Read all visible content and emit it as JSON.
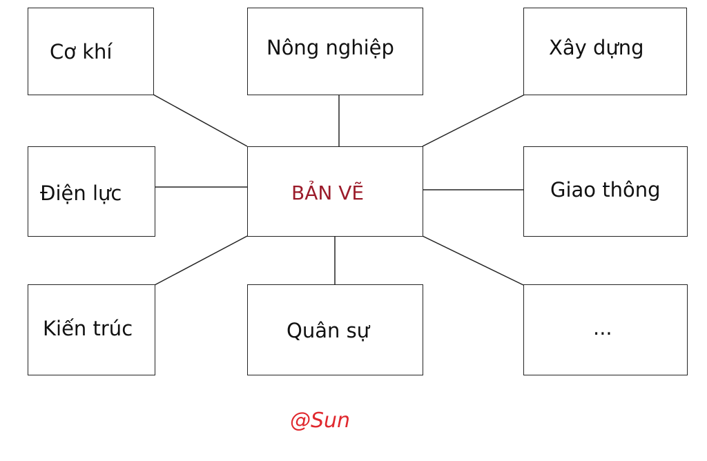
{
  "diagram": {
    "center": {
      "label": "BẢN VẼ",
      "color": "#9b1b2a"
    },
    "nodes": [
      {
        "id": "co-khi",
        "label": "Cơ khí"
      },
      {
        "id": "nong-nghiep",
        "label": "Nông nghiệp"
      },
      {
        "id": "xay-dung",
        "label": "Xây dựng"
      },
      {
        "id": "dien-luc",
        "label": "Điện lực"
      },
      {
        "id": "giao-thong",
        "label": "Giao thông"
      },
      {
        "id": "kien-truc",
        "label": "Kiến trúc"
      },
      {
        "id": "quan-su",
        "label": "Quân sự"
      },
      {
        "id": "more",
        "label": "..."
      }
    ]
  },
  "watermark": {
    "text": "@Sun",
    "color": "#e0282e"
  },
  "colors": {
    "line": "#222222",
    "text": "#111111"
  }
}
